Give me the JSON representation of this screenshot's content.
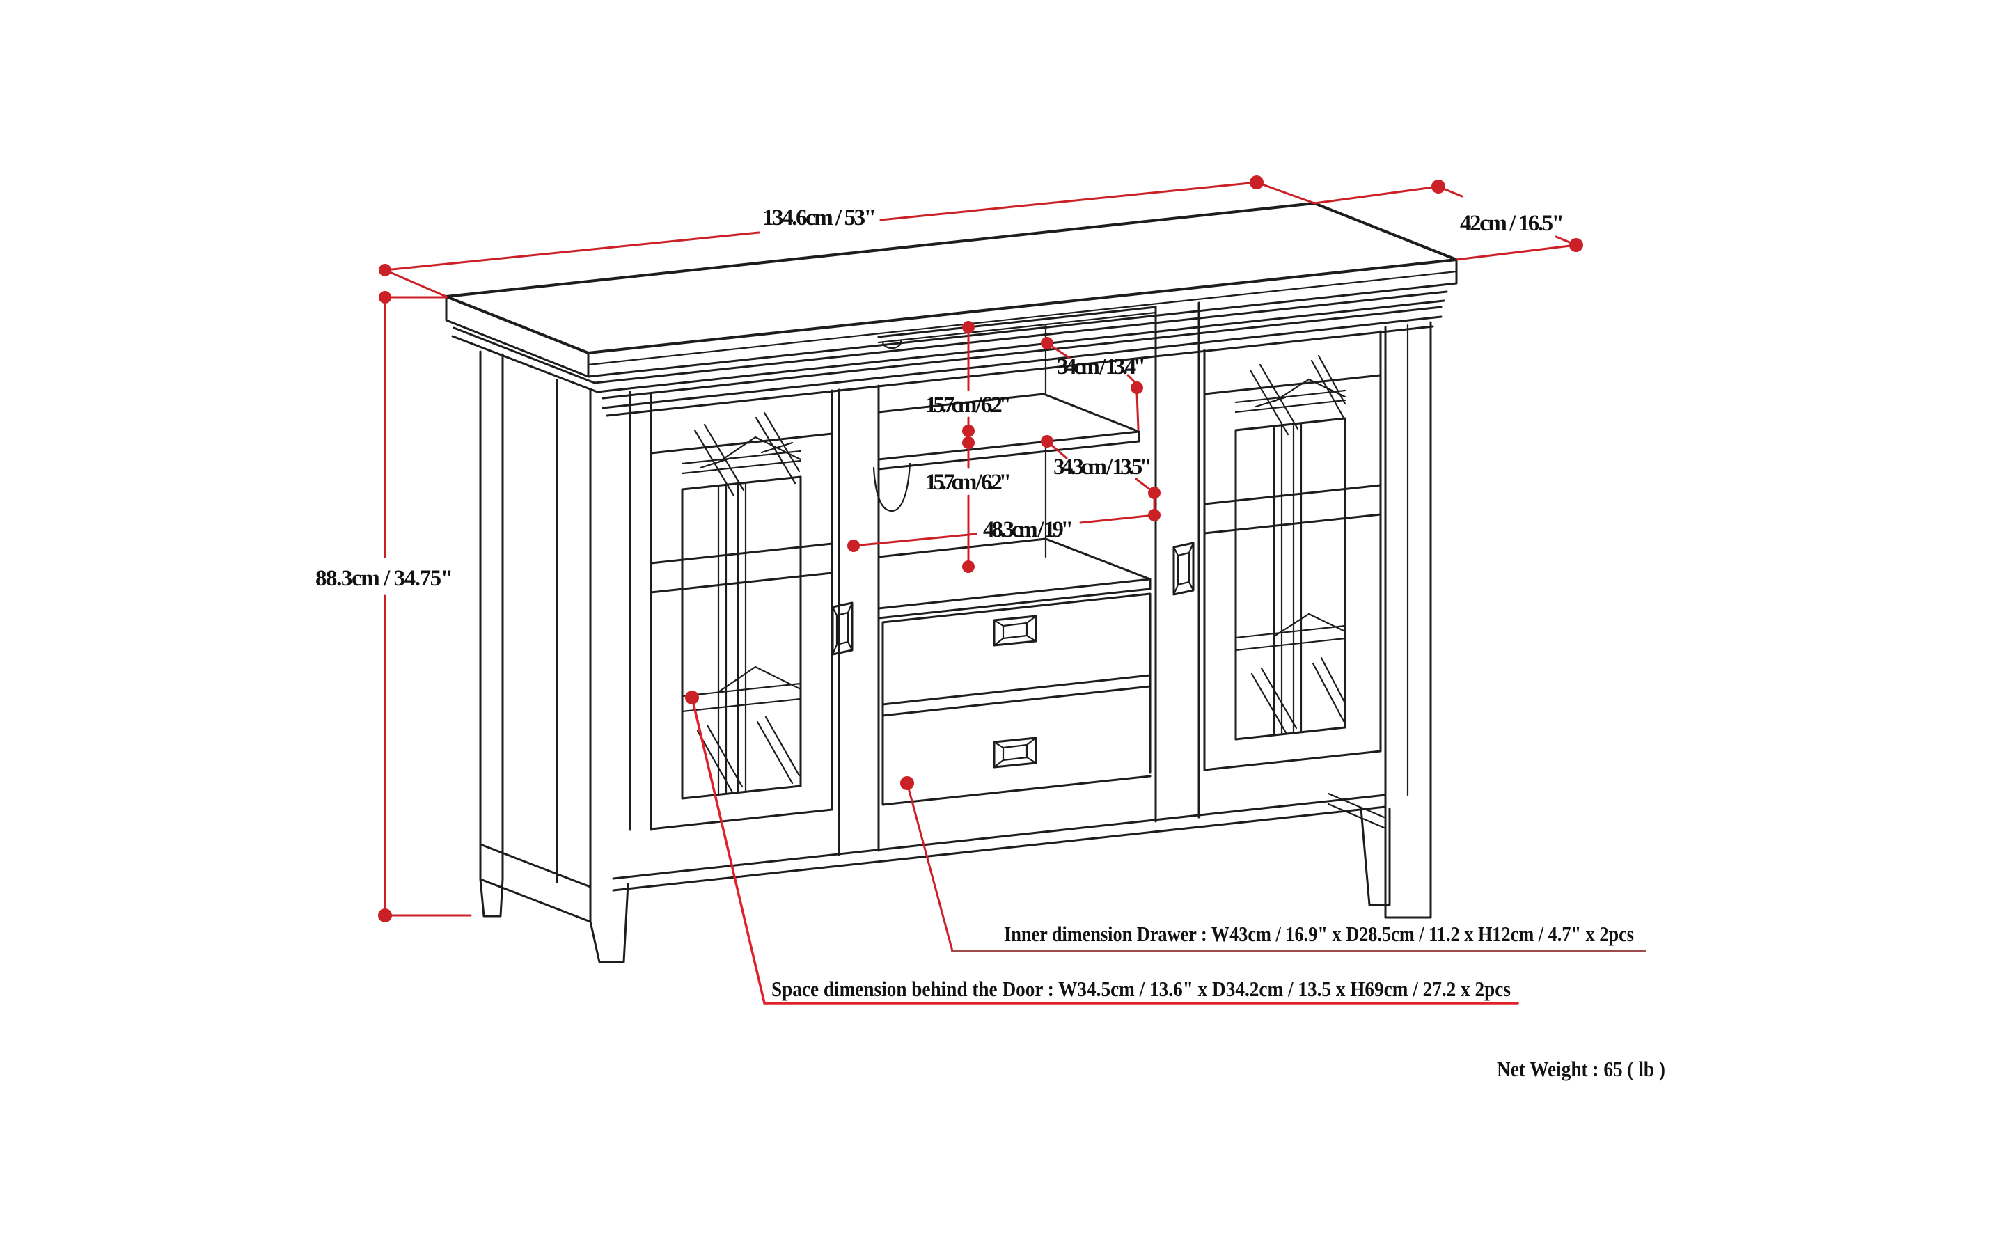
{
  "diagram": {
    "title": "tv-console-dimension-drawing",
    "labels": {
      "width_top": "134.6cm / 53\"",
      "depth_top": "42cm / 16.5\"",
      "height_left": "88.3cm / 34.75\"",
      "gap_upper": "15.7cm / 6.2\"",
      "gap_lower": "15.7cm / 6.2\"",
      "clearance_upper": "34cm / 13.4\"",
      "clearance_lower": "34.3cm / 13.5\"",
      "opening_width": "48.3cm / 19\"",
      "drawer_note": "Inner dimension Drawer : W43cm / 16.9\" x D28.5cm / 11.2 x H12cm / 4.7\" x 2pcs",
      "door_note": "Space dimension behind the Door  : W34.5cm / 13.6\" x D34.2cm / 13.5 x H69cm / 27.2 x 2pcs",
      "net_weight": "Net Weight : 65 ( lb )"
    },
    "colors": {
      "dimension_red": "#cc2027",
      "leader_door_red": "#e0202a",
      "underline_drawer": "#9c4a4a",
      "line_black": "#1d1d1d",
      "background": "#ffffff"
    }
  }
}
